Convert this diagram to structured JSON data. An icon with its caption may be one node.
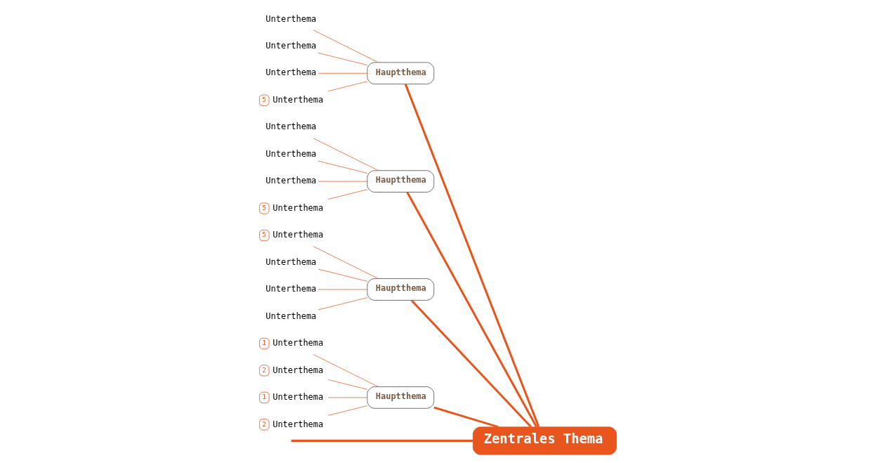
{
  "diagram": {
    "nodes": [
      {
        "text": [
          "Zentrales Thema"
        ]
      },
      {
        "text": [
          "Hauptthema"
        ]
      },
      {
        "text": [
          "Unterthema"
        ]
      },
      {
        "text": [
          "Unterthema"
        ]
      },
      {
        "text": [
          "Unterthema"
        ]
      },
      {
        "text": [
          "5",
          "Unterthema"
        ]
      },
      {
        "text": [
          "Hauptthema"
        ]
      },
      {
        "text": [
          "Unterthema"
        ]
      },
      {
        "text": [
          "Unterthema"
        ]
      },
      {
        "text": [
          "Unterthema"
        ]
      },
      {
        "text": [
          "5",
          "Unterthema"
        ]
      },
      {
        "text": [
          "Hauptthema"
        ]
      },
      {
        "text": [
          "5",
          "Unterthema"
        ]
      },
      {
        "text": [
          "Unterthema"
        ]
      },
      {
        "text": [
          "Unterthema"
        ]
      },
      {
        "text": [
          "Unterthema"
        ]
      },
      {
        "text": [
          "Hauptthema"
        ]
      },
      {
        "text": [
          "1",
          "Unterthema"
        ]
      },
      {
        "text": [
          "2",
          "Unterthema"
        ]
      },
      {
        "text": [
          "1",
          "Unterthema"
        ]
      },
      {
        "text": [
          "2",
          "Unterthema"
        ]
      }
    ],
    "edges": [
      {
        "from": 1,
        "to": 0,
        "arrow": "none",
        "style": "thick"
      },
      {
        "from": 2,
        "to": 1,
        "arrow": "none"
      },
      {
        "from": 3,
        "to": 1,
        "arrow": "none"
      },
      {
        "from": 4,
        "to": 1,
        "arrow": "none"
      },
      {
        "from": 5,
        "to": 1,
        "arrow": "none"
      },
      {
        "from": 6,
        "to": 0,
        "arrow": "none",
        "style": "thick"
      },
      {
        "from": 7,
        "to": 6,
        "arrow": "none"
      },
      {
        "from": 8,
        "to": 6,
        "arrow": "none"
      },
      {
        "from": 9,
        "to": 6,
        "arrow": "none"
      },
      {
        "from": 10,
        "to": 6,
        "arrow": "none"
      },
      {
        "from": null,
        "to": 0,
        "arrow": "none",
        "style": "thick"
      },
      {
        "from": 11,
        "to": 0,
        "arrow": "none",
        "style": "thick"
      },
      {
        "from": 12,
        "to": 11,
        "arrow": "none"
      },
      {
        "from": 13,
        "to": 11,
        "arrow": "none"
      },
      {
        "from": 14,
        "to": 11,
        "arrow": "none"
      },
      {
        "from": 15,
        "to": 11,
        "arrow": "none"
      },
      {
        "from": 16,
        "to": 0,
        "arrow": "none",
        "style": "thick"
      },
      {
        "from": 17,
        "to": 16,
        "arrow": "none"
      },
      {
        "from": 18,
        "to": 16,
        "arrow": "none"
      },
      {
        "from": 19,
        "to": 16,
        "arrow": "none"
      },
      {
        "from": 20,
        "to": 16,
        "arrow": "none"
      }
    ]
  }
}
